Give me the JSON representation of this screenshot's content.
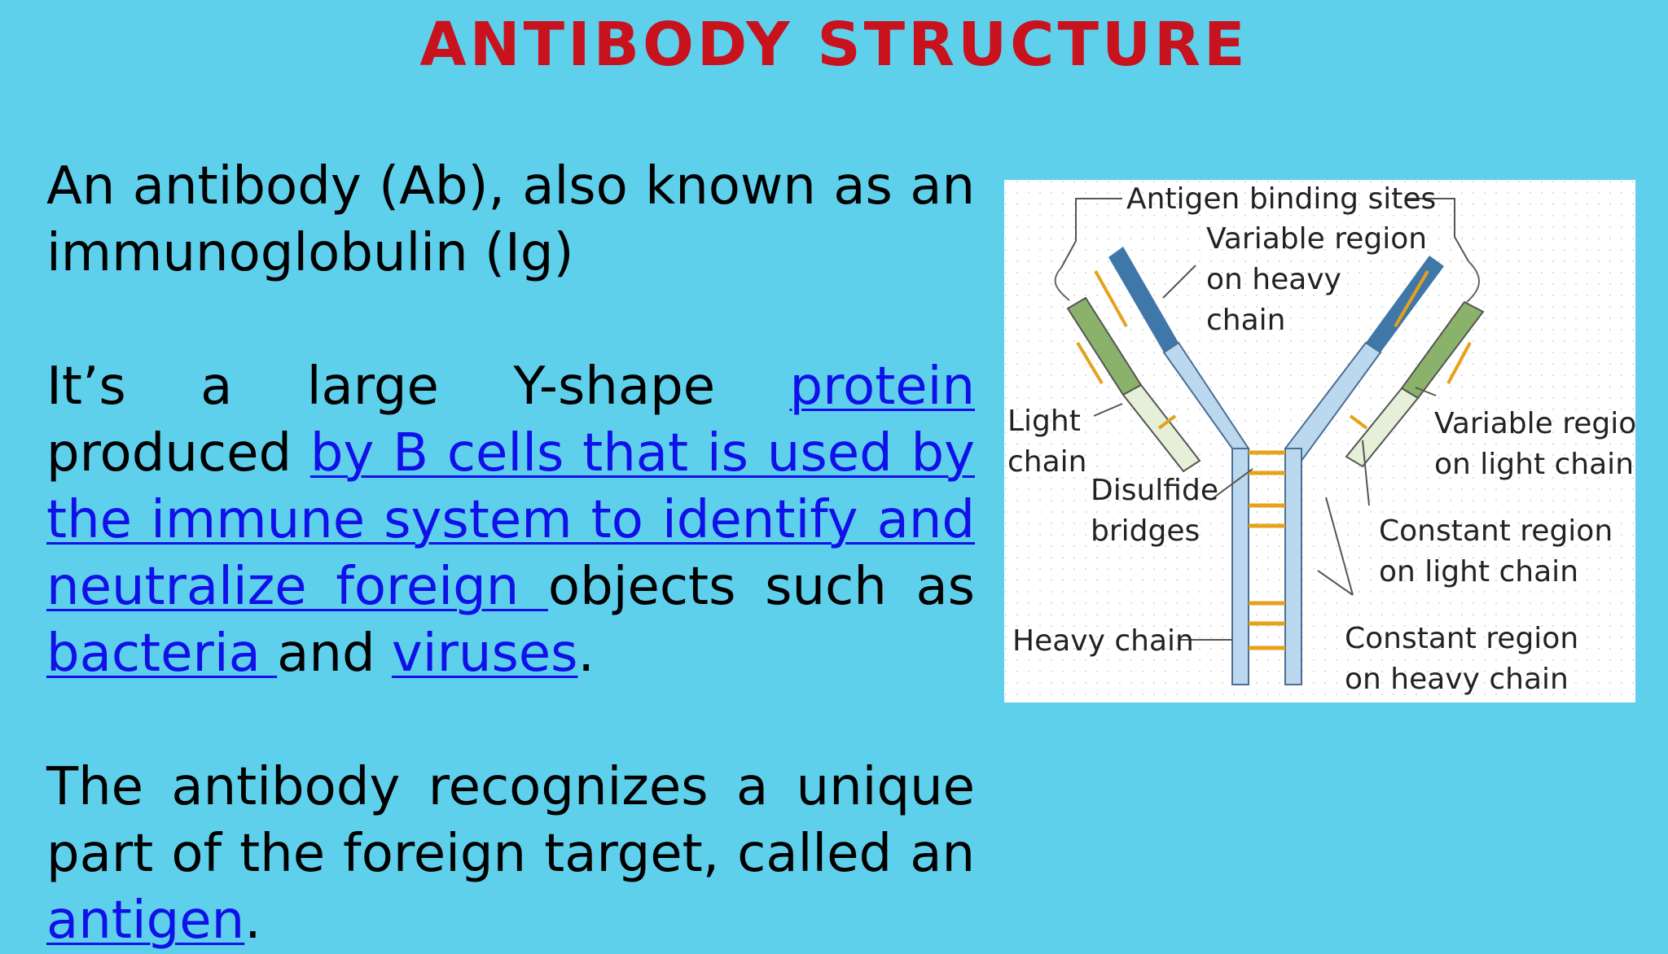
{
  "title": "ANTIBODY STRUCTURE",
  "paragraphs": {
    "p1": {
      "text": "An antibody (Ab), also known as  an immunoglobulin (Ig)"
    },
    "p2": {
      "t1": "It’s a large  Y-shape ",
      "l1": "protein",
      "t2": "  produced ",
      "l2": "by B cells that is used by the immune system  to  identify  and  neutralize foreign ",
      "t3": " objects such as ",
      "l3": "bacteria ",
      "t4": "and ",
      "l4": "viruses",
      "t5": "."
    },
    "p3": {
      "t1": "The  antibody  recognizes  a  unique part of  the foreign target, called an ",
      "l1": "antigen",
      "t2": "."
    }
  },
  "figure": {
    "labels": {
      "antigen_binding_sites": "Antigen binding sites",
      "variable_heavy_1": "Variable region",
      "variable_heavy_2": "on heavy",
      "variable_heavy_3": "chain",
      "light_chain_1": "Light",
      "light_chain_2": "chain",
      "disulfide_1": "Disulfide",
      "disulfide_2": "bridges",
      "variable_light_1": "Variable region",
      "variable_light_2": "on light chain",
      "constant_light_1": "Constant region",
      "constant_light_2": "on light chain",
      "heavy_chain": "Heavy chain",
      "constant_heavy_1": "Constant region",
      "constant_heavy_2": "on heavy chain"
    },
    "colors": {
      "heavy_constant": "#BCD8EE",
      "heavy_variable": "#3F77A8",
      "light_variable": "#8BB26A",
      "light_constant": "#E6EFD8",
      "disulfide": "#E5A21A"
    }
  }
}
